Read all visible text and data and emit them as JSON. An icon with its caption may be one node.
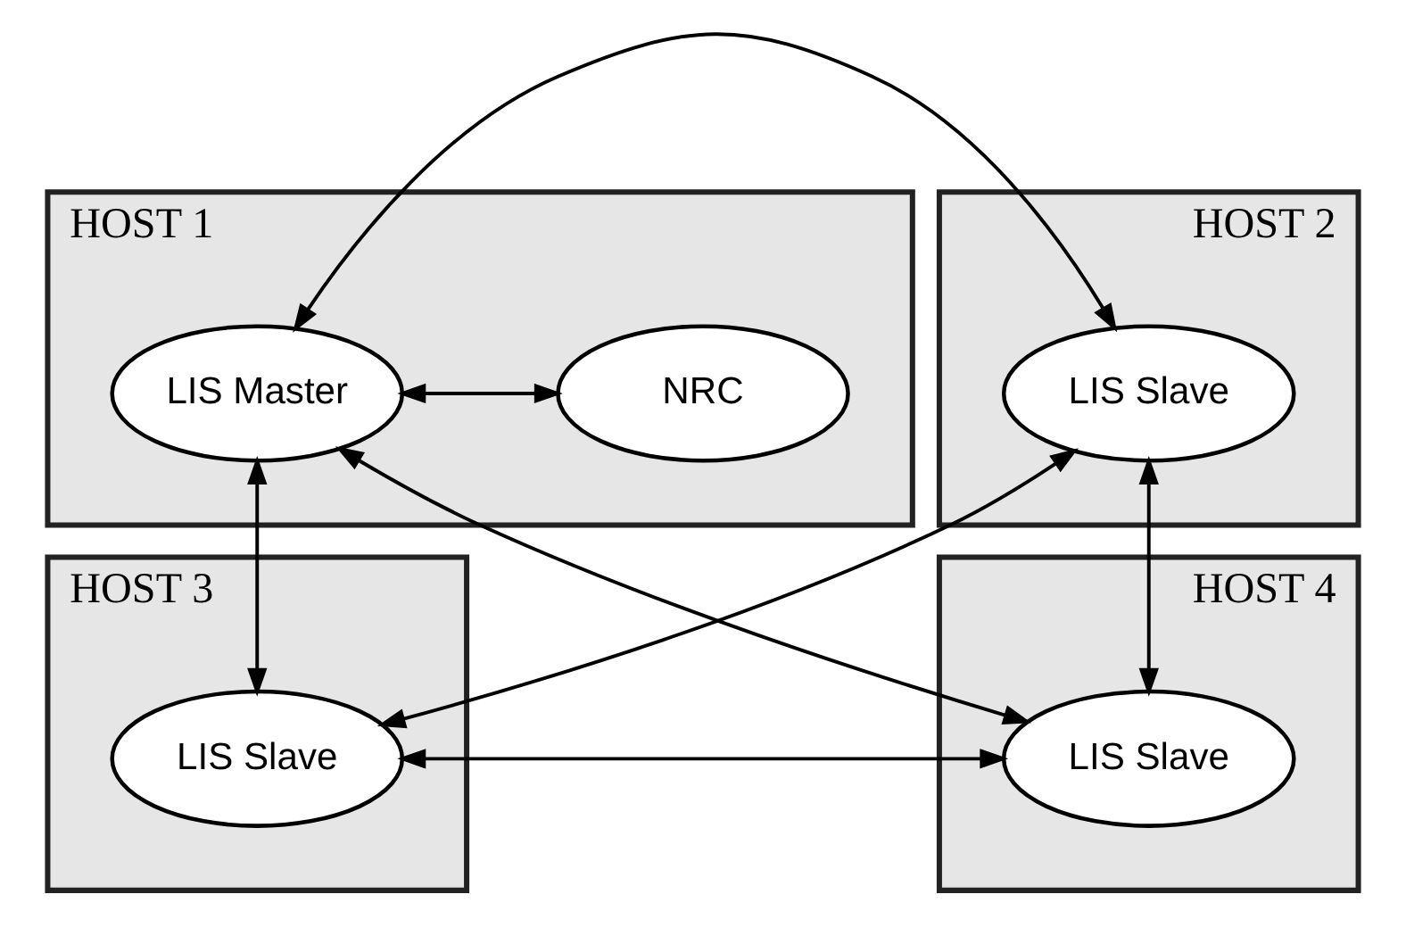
{
  "diagram": {
    "nodes": [
      {
        "text": [
          "HOST 1"
        ]
      },
      {
        "text": [
          "NRC"
        ],
        "in": 0
      },
      {
        "text": [
          "LIS Master"
        ],
        "in": 0
      },
      {
        "text": [
          "HOST 2"
        ]
      },
      {
        "text": [
          "LIS Slave"
        ],
        "in": 3
      },
      {
        "text": [
          "HOST 3"
        ]
      },
      {
        "text": [
          "LIS Slave"
        ],
        "in": 5
      },
      {
        "text": [
          "HOST 4"
        ]
      },
      {
        "text": [
          "LIS Slave"
        ],
        "in": 7
      }
    ],
    "edges": [
      {
        "from": 1,
        "to": 2,
        "arrow": "both"
      },
      {
        "from": 2,
        "to": 4,
        "arrow": "both"
      },
      {
        "from": 2,
        "to": 6,
        "arrow": "both"
      },
      {
        "from": 2,
        "to": 8,
        "arrow": "both"
      },
      {
        "from": 4,
        "to": 6,
        "arrow": "both"
      },
      {
        "from": 4,
        "to": 8,
        "arrow": "both"
      },
      {
        "from": 6,
        "to": 8,
        "arrow": "both"
      }
    ]
  }
}
